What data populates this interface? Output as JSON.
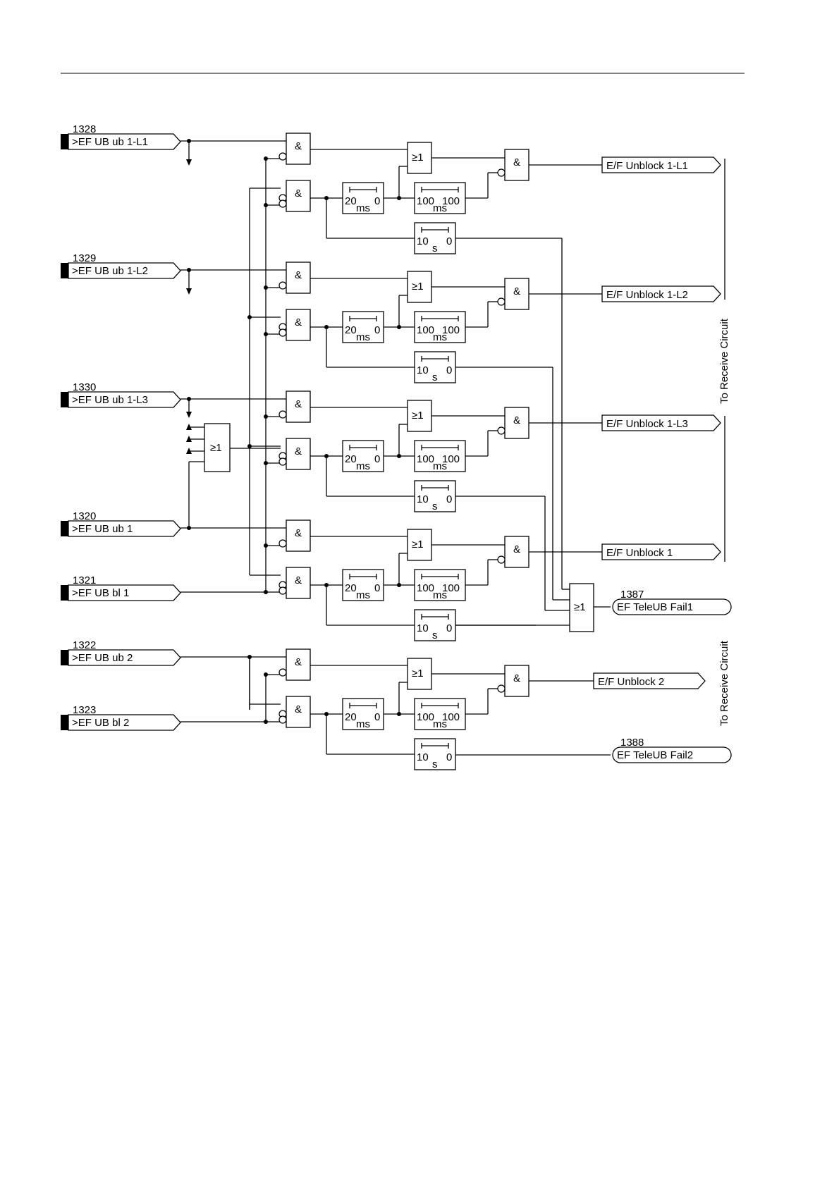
{
  "gate_labels": {
    "and": "&",
    "or": "≥1"
  },
  "inputs": [
    {
      "number": "1328",
      "label": ">EF UB ub 1-L1"
    },
    {
      "number": "1329",
      "label": ">EF UB ub 1-L2"
    },
    {
      "number": "1330",
      "label": ">EF UB ub 1-L3"
    },
    {
      "number": "1320",
      "label": ">EF UB ub 1"
    },
    {
      "number": "1321",
      "label": ">EF UB bl 1"
    },
    {
      "number": "1322",
      "label": ">EF UB ub 2"
    },
    {
      "number": "1323",
      "label": ">EF UB bl 2"
    }
  ],
  "timers": {
    "pickup": {
      "t1": "20",
      "t2": "0",
      "unit": "ms"
    },
    "hold": {
      "t1": "100",
      "t2": "100",
      "unit": "ms"
    },
    "fail": {
      "t1": "10",
      "t2": "0",
      "unit": "s"
    }
  },
  "unblock_outputs": [
    "E/F Unblock 1-L1",
    "E/F Unblock 1-L2",
    "E/F Unblock 1-L3",
    "E/F Unblock 1",
    "E/F Unblock 2"
  ],
  "fail_outputs": [
    {
      "number": "1387",
      "label": "EF TeleUB Fail1"
    },
    {
      "number": "1388",
      "label": "EF TeleUB Fail2"
    }
  ],
  "side_labels": [
    "To Receive Circuit",
    "To Receive Circuit"
  ]
}
